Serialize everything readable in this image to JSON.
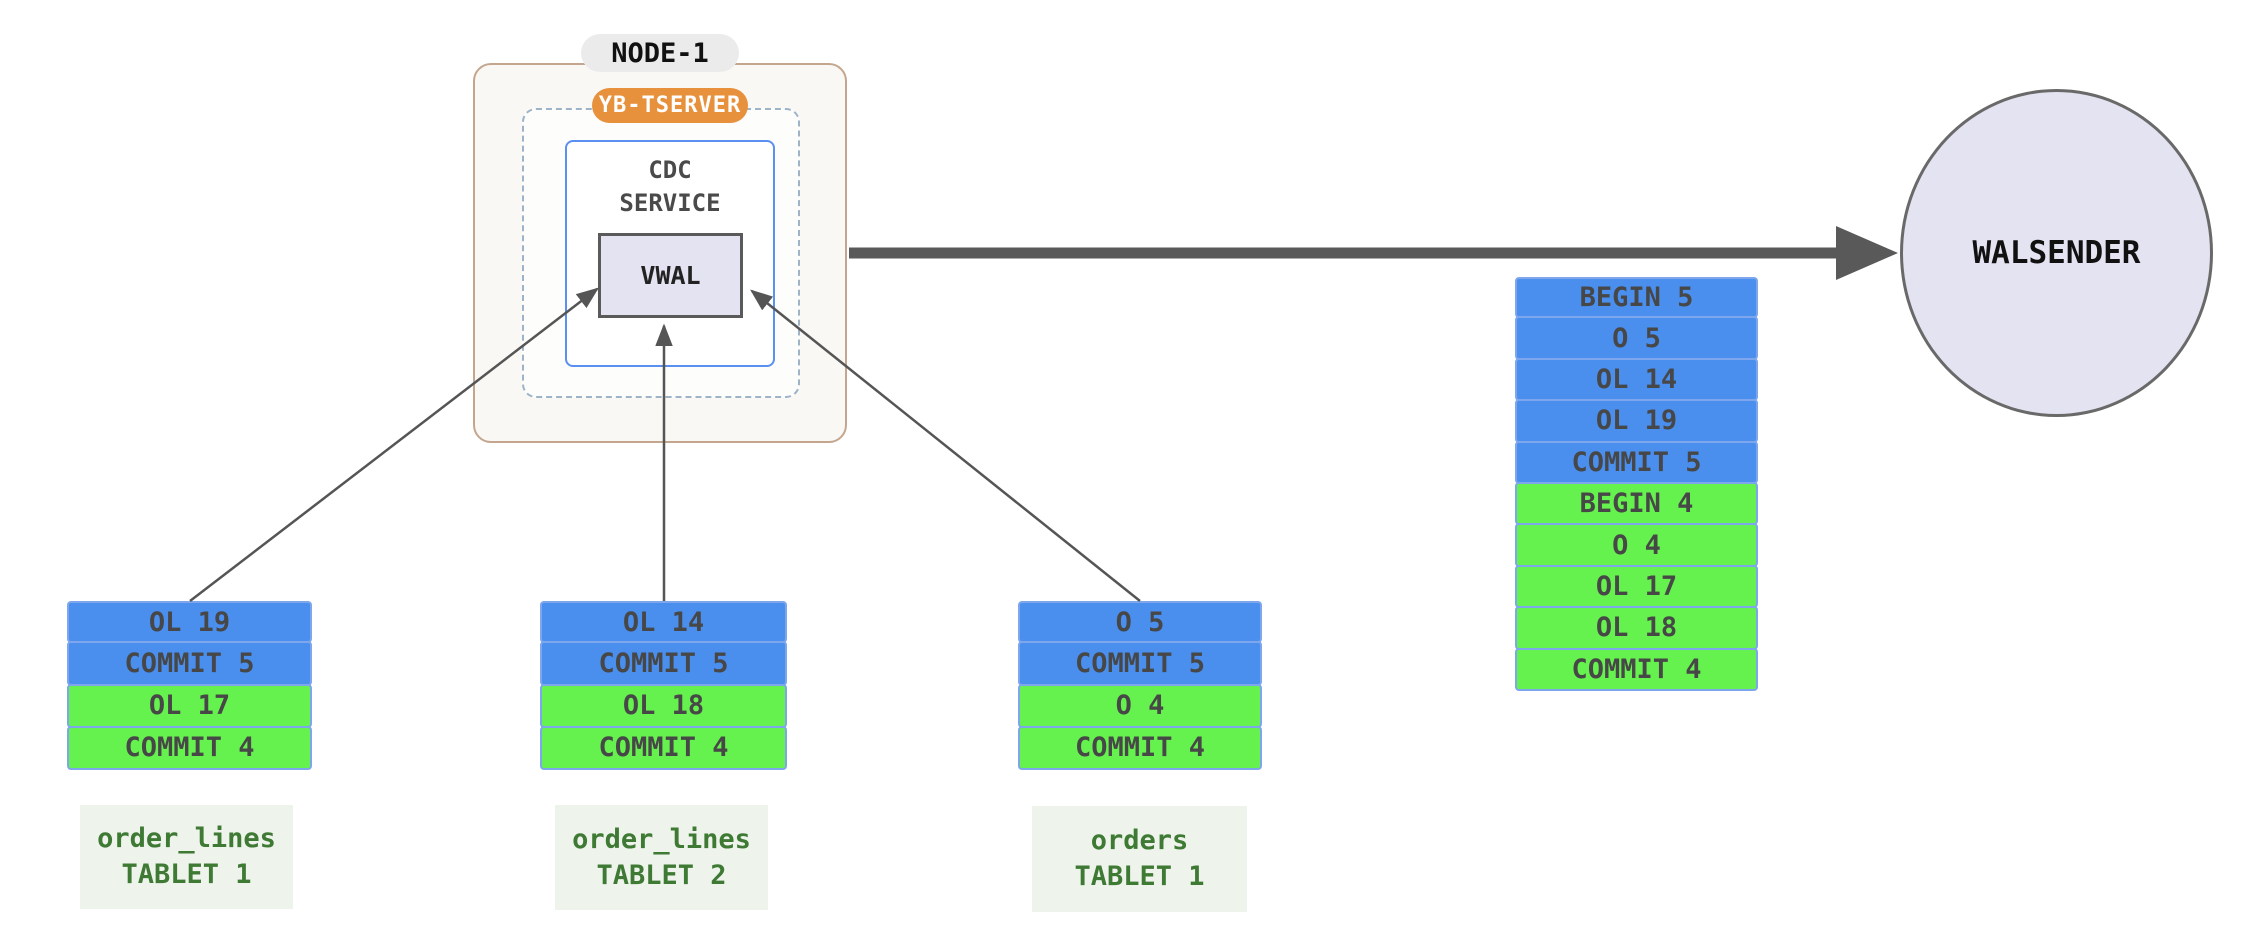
{
  "colors": {
    "blue": "#4a8fee",
    "green": "#66f24e",
    "cell-border": "#7da6ec",
    "cell-text": "#474747",
    "orange": "#e8913d",
    "node-border": "#c4a68e",
    "node-bg": "#faf8f5",
    "dash-border": "#9db3c8",
    "cdc-border": "#5b8ff0",
    "lavender": "#e3e3f1",
    "dark-border": "#5a5a5a",
    "arrow": "#595959",
    "thin-arrow": "#555555",
    "label-bg": "#eef3ec",
    "label-text": "#3e7a34",
    "pill-bg": "#ebebeb"
  },
  "node": {
    "title": "NODE-1",
    "tserver_label": "YB-TSERVER",
    "cdc_service": {
      "line1": "CDC",
      "line2": "SERVICE"
    },
    "vwal_label": "VWAL"
  },
  "walsender": {
    "label": "WALSENDER"
  },
  "stream": {
    "rows": [
      {
        "label": "BEGIN 5",
        "color": "blue"
      },
      {
        "label": "O 5",
        "color": "blue"
      },
      {
        "label": "OL 14",
        "color": "blue"
      },
      {
        "label": "OL 19",
        "color": "blue"
      },
      {
        "label": "COMMIT 5",
        "color": "blue"
      },
      {
        "label": "BEGIN 4",
        "color": "green"
      },
      {
        "label": "O 4",
        "color": "green"
      },
      {
        "label": "OL 17",
        "color": "green"
      },
      {
        "label": "OL 18",
        "color": "green"
      },
      {
        "label": "COMMIT 4",
        "color": "green"
      }
    ]
  },
  "tablets": [
    {
      "name": "order_lines",
      "tablet": "TABLET 1",
      "rows": [
        {
          "label": "OL 19",
          "color": "blue"
        },
        {
          "label": "COMMIT 5",
          "color": "blue"
        },
        {
          "label": "OL 17",
          "color": "green"
        },
        {
          "label": "COMMIT 4",
          "color": "green"
        }
      ]
    },
    {
      "name": "order_lines",
      "tablet": "TABLET 2",
      "rows": [
        {
          "label": "OL 14",
          "color": "blue"
        },
        {
          "label": "COMMIT 5",
          "color": "blue"
        },
        {
          "label": "OL 18",
          "color": "green"
        },
        {
          "label": "COMMIT 4",
          "color": "green"
        }
      ]
    },
    {
      "name": "orders",
      "tablet": "TABLET 1",
      "rows": [
        {
          "label": "O 5",
          "color": "blue"
        },
        {
          "label": "COMMIT 5",
          "color": "blue"
        },
        {
          "label": "O 4",
          "color": "green"
        },
        {
          "label": "COMMIT 4",
          "color": "green"
        }
      ]
    }
  ]
}
